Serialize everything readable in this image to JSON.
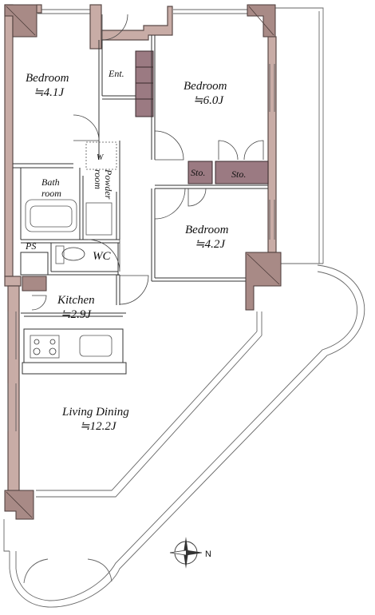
{
  "rooms": {
    "bedroom_1": {
      "name": "Bedroom",
      "size": "≒4.1J"
    },
    "bedroom_2": {
      "name": "Bedroom",
      "size": "≒6.0J"
    },
    "bedroom_3": {
      "name": "Bedroom",
      "size": "≒4.2J"
    },
    "entrance": {
      "name": "Ent."
    },
    "bath": {
      "line1": "Bath",
      "line2": "room"
    },
    "powder": {
      "line1": "Powder",
      "line2": "room"
    },
    "w_closet": {
      "name": "W"
    },
    "ps": {
      "name": "PS"
    },
    "wc": {
      "name": "WC"
    },
    "kitchen": {
      "name": "Kitchen",
      "size": "≒2.9J"
    },
    "living": {
      "name": "Living Dining",
      "size": "≒12.2J"
    },
    "storage_1": {
      "name": "Sto."
    },
    "storage_2": {
      "name": "Sto."
    }
  },
  "compass": {
    "north_label": "N"
  }
}
